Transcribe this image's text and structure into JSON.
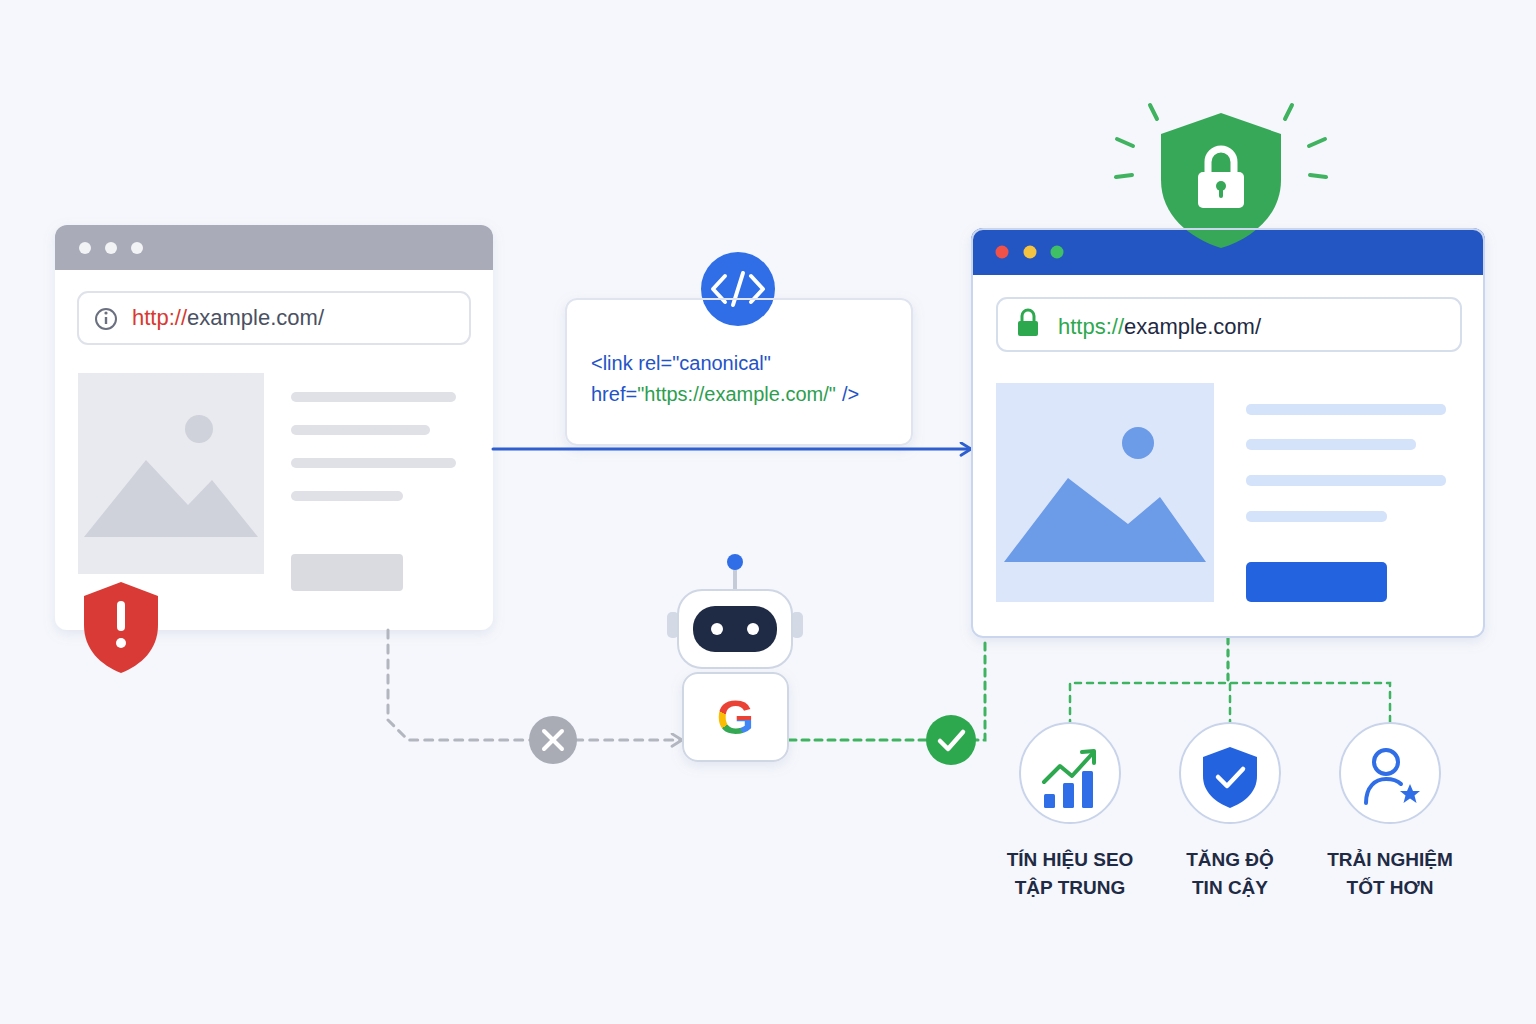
{
  "diagram": {
    "nodes": [
      {
        "text": [
          "http://",
          "example.com/"
        ]
      },
      {
        "text": [
          "<link rel=\"canonical\"",
          "href=",
          "\"https://example.com/\"",
          "/>"
        ]
      },
      {
        "text": [
          "https://",
          "example.com/"
        ]
      },
      {
        "text": [
          "G"
        ]
      },
      {
        "text": [
          "TÍN HIỆU SEO TẬP TRUNG"
        ]
      },
      {
        "text": [
          "TĂNG ĐỘ TIN CẬY"
        ]
      },
      {
        "text": [
          "TRẢI NGHIỆM TỐT HƠN"
        ]
      }
    ],
    "edges": [
      {
        "from": 0,
        "to": 2,
        "arrow": "to"
      },
      {
        "from": 0,
        "to": 3,
        "arrow": "to"
      },
      {
        "from": 3,
        "to": 2,
        "arrow": "none"
      },
      {
        "from": 2,
        "to": 4,
        "arrow": "none"
      },
      {
        "from": 2,
        "to": 5,
        "arrow": "none"
      },
      {
        "from": 2,
        "to": 6,
        "arrow": "none"
      }
    ]
  }
}
